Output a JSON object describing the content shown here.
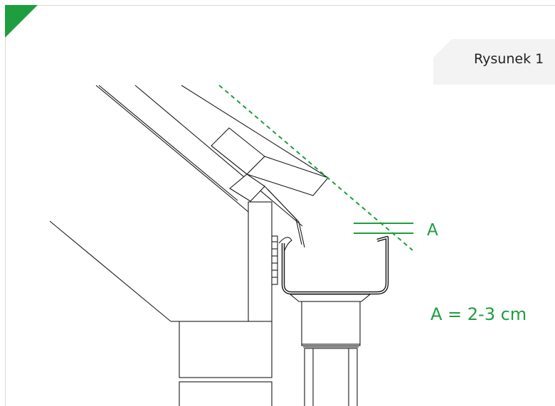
{
  "figure": {
    "caption": "Rysunek 1",
    "dimension_label": "A",
    "dimension_value": "A = 2-3 cm"
  },
  "colors": {
    "accent": "#1e9e3e",
    "line": "#1a1a1a",
    "caption_bg": "#f3f3f4"
  }
}
